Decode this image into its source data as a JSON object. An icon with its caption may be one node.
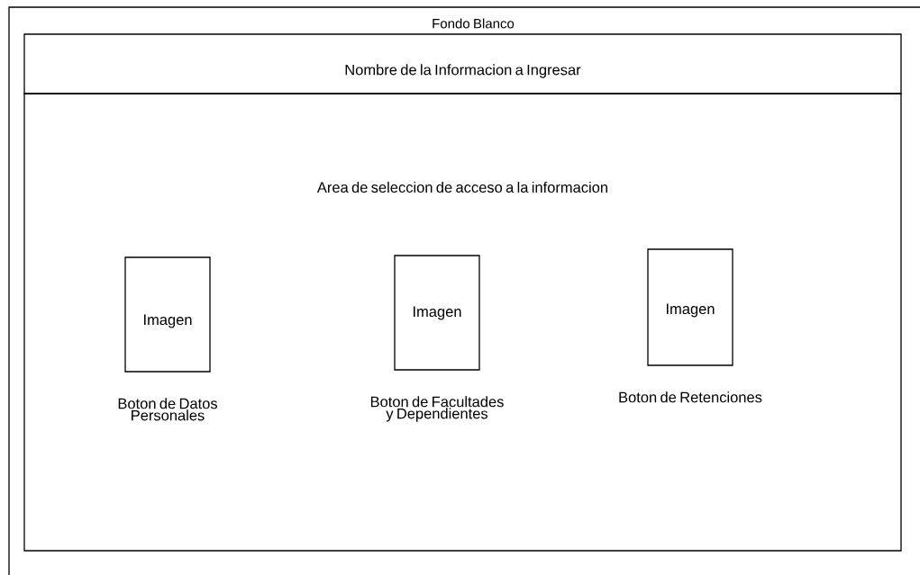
{
  "diagram": {
    "nodes": [
      {
        "text": [
          "Fondo Blanco"
        ]
      },
      {
        "text": [
          "Nombre de la Informacion a Ingresar"
        ],
        "in": 0
      },
      {
        "text": [
          "Area de seleccion de acceso a la informacion"
        ],
        "in": 0
      },
      {
        "text": [
          "Imagen"
        ],
        "in": 2,
        "beside": [
          "Boton de Datos Personales"
        ]
      },
      {
        "text": [
          "Imagen"
        ],
        "in": 2,
        "beside": [
          "Boton de Facultades y Dependientes"
        ]
      },
      {
        "text": [
          "Imagen"
        ],
        "in": 2,
        "beside": [
          "Boton de Retenciones"
        ]
      }
    ]
  }
}
